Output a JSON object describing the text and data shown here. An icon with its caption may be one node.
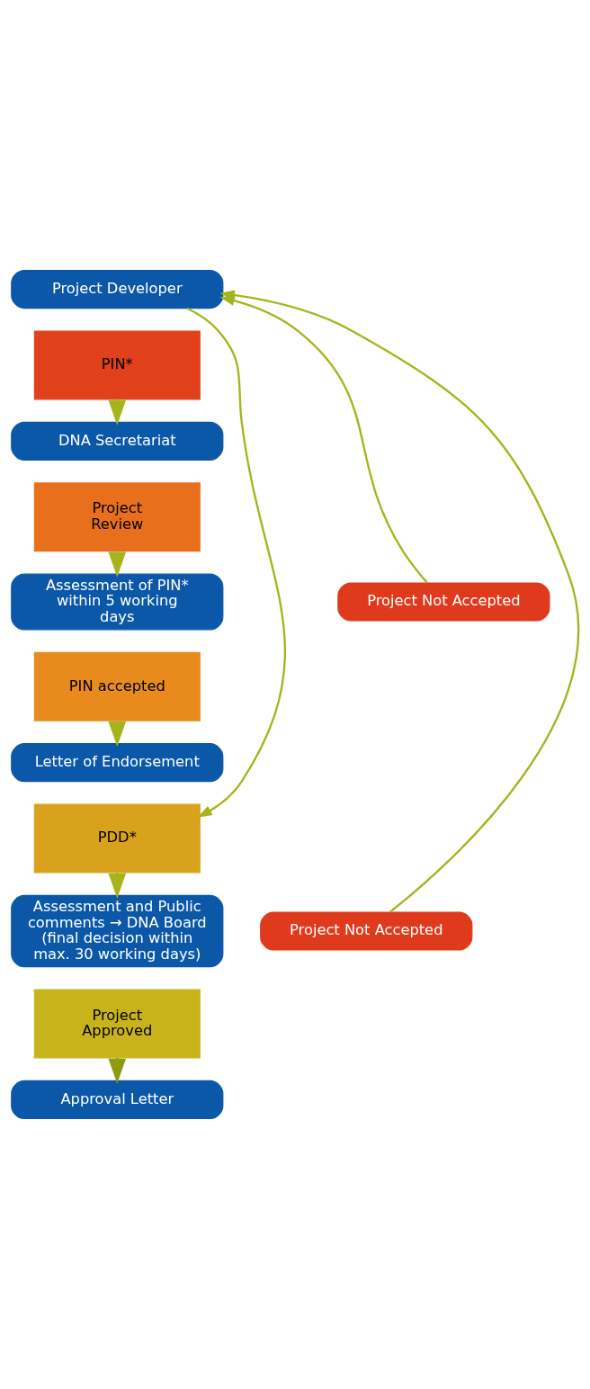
{
  "diagram": {
    "nodes": [
      {
        "text": [
          "Project Developer"
        ]
      },
      {
        "text": [
          "PIN*"
        ]
      },
      {
        "text": [
          "DNA Secretariat"
        ]
      },
      {
        "text": [
          "Project Review"
        ]
      },
      {
        "text": [
          "Assessment of PIN* within 5 working days"
        ]
      },
      {
        "text": [
          "Project Not Accepted"
        ]
      },
      {
        "text": [
          "PIN accepted"
        ]
      },
      {
        "text": [
          "Letter of Endorsement"
        ]
      },
      {
        "text": [
          "PDD*"
        ]
      },
      {
        "text": [
          "Assessment and Public comments → DNA Board (final decision within max. 30 working days)"
        ]
      },
      {
        "text": [
          "Project Not Accepted"
        ]
      },
      {
        "text": [
          "Project Approved"
        ]
      },
      {
        "text": [
          "Approval Letter"
        ]
      }
    ],
    "edges": [
      {
        "from": 1,
        "to": 2,
        "arrow": "to"
      },
      {
        "from": 3,
        "to": 4,
        "arrow": "to"
      },
      {
        "from": 6,
        "to": 7,
        "arrow": "to"
      },
      {
        "from": 8,
        "to": 9,
        "arrow": "to"
      },
      {
        "from": 11,
        "to": 12,
        "arrow": "to",
        "color": "#8f9a10"
      },
      {
        "from": 5,
        "to": 0,
        "arrow": "to"
      },
      {
        "from": 10,
        "to": 0,
        "arrow": "to"
      },
      {
        "from": 0,
        "to": 8,
        "arrow": "to"
      }
    ]
  }
}
